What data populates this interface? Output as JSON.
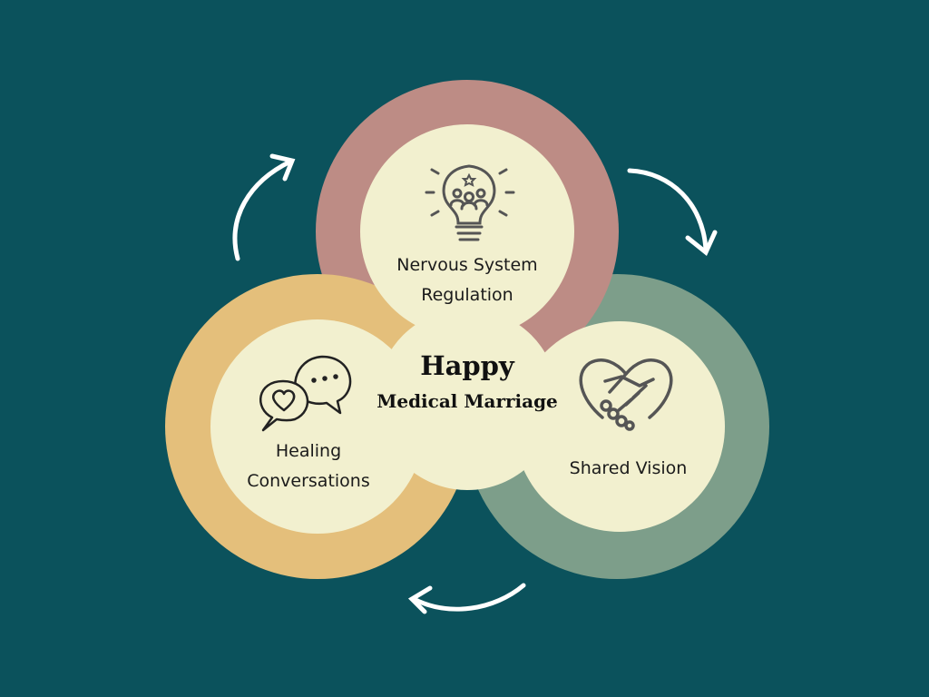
{
  "colors": {
    "background": "#0b525c",
    "top_ring": "#bd8c85",
    "left_ring": "#e4bf7b",
    "right_ring": "#7d9e8a",
    "inner": "#f2f0cf",
    "icon": "#555555"
  },
  "center": {
    "line1": "Happy",
    "line2": "Medical Marriage"
  },
  "nodes": [
    {
      "label_line1": "Nervous System",
      "label_line2": "Regulation",
      "icon": "lightbulb-people-icon"
    },
    {
      "label_line1": "Healing",
      "label_line2": "Conversations",
      "icon": "speech-bubbles-heart-icon"
    },
    {
      "label_line1": "Shared Vision",
      "icon": "handshake-heart-icon"
    }
  ]
}
